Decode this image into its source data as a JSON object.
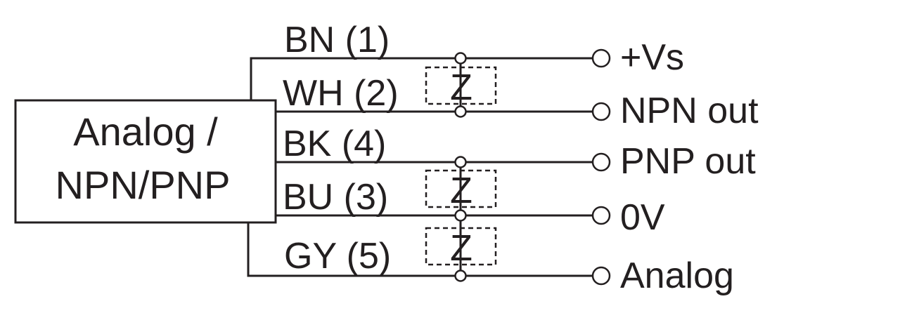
{
  "device_label": [
    "Analog /",
    "NPN/PNP"
  ],
  "wires": [
    {
      "id": "bn",
      "label": "BN (1)",
      "terminal": "+Vs"
    },
    {
      "id": "wh",
      "label": "WH (2)",
      "terminal": "NPN out"
    },
    {
      "id": "bk",
      "label": "BK (4)",
      "terminal": "PNP out"
    },
    {
      "id": "bu",
      "label": "BU (3)",
      "terminal": "0V"
    },
    {
      "id": "gy",
      "label": "GY (5)",
      "terminal": "Analog"
    }
  ],
  "load_symbol": "Z",
  "colors": {
    "line": "#231f20",
    "background": "#ffffff"
  }
}
